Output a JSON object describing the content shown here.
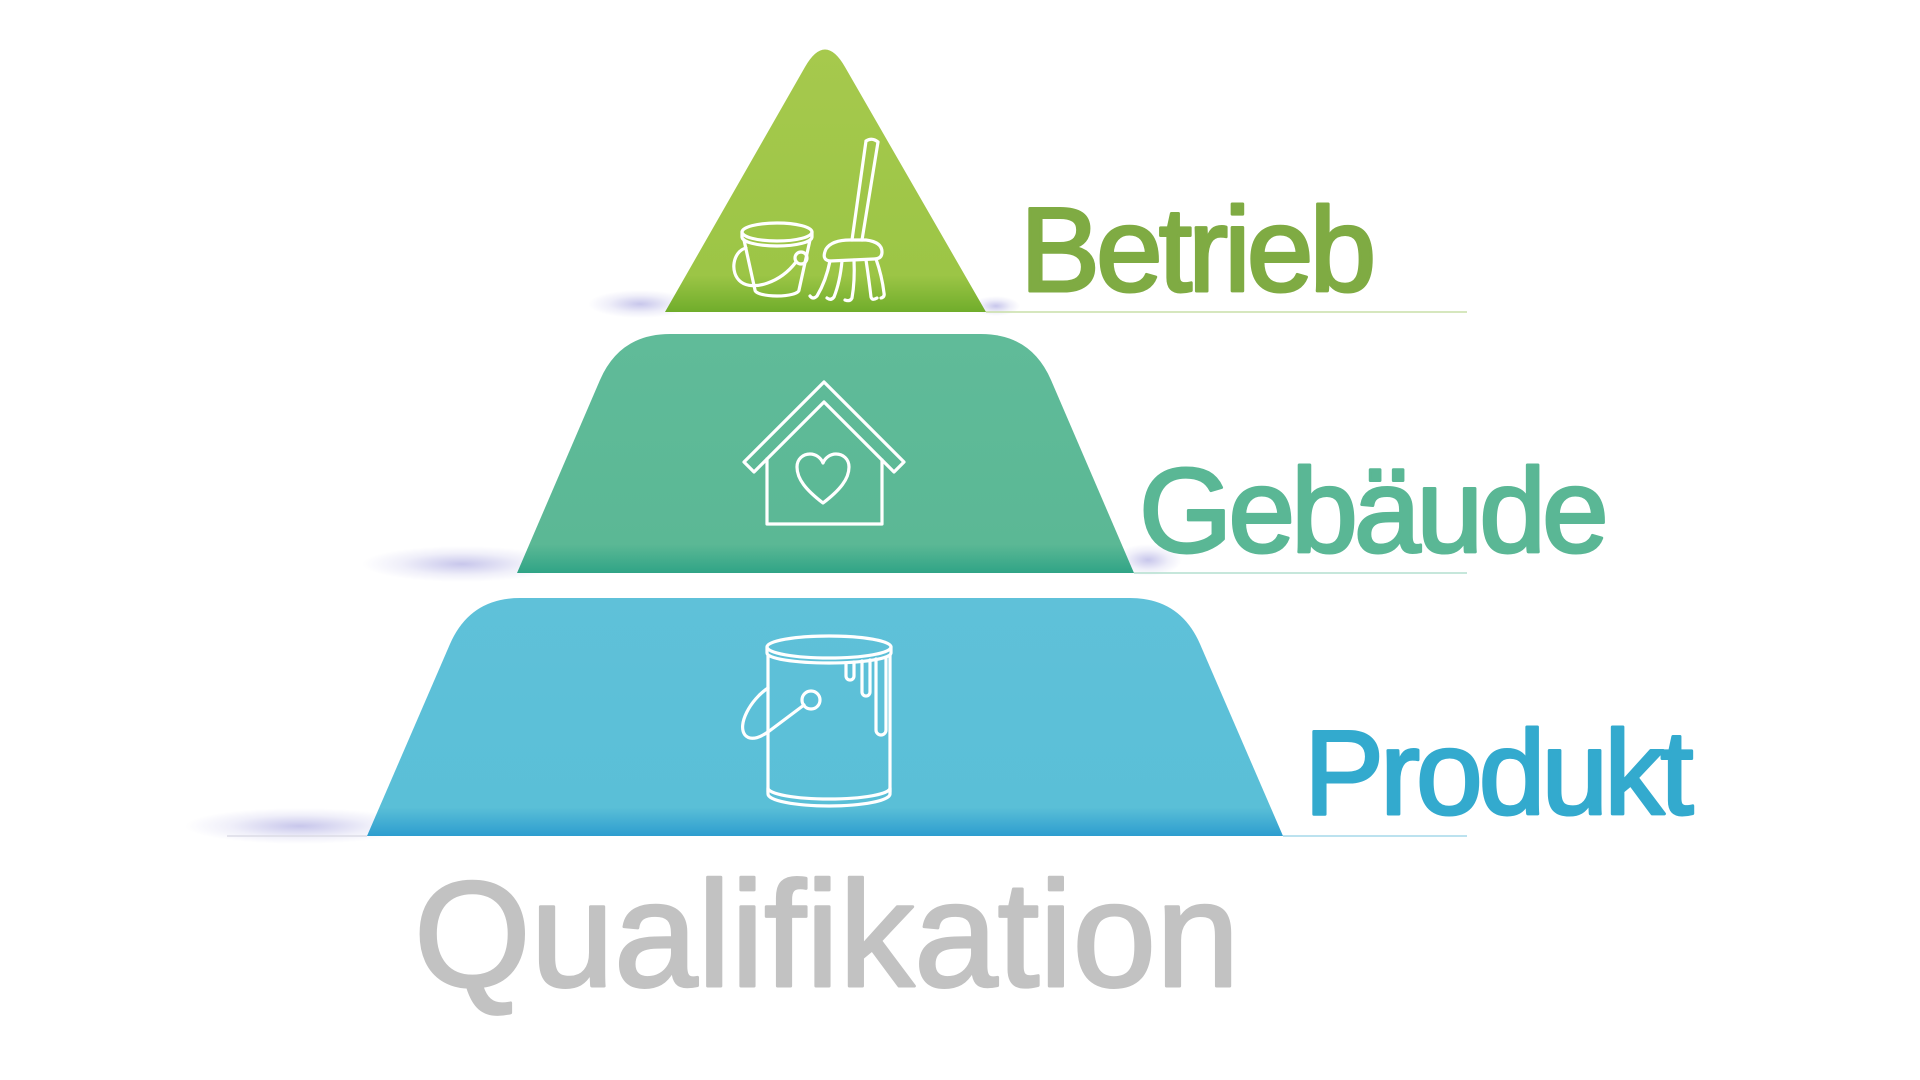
{
  "diagram": {
    "levels": [
      {
        "label": "Betrieb",
        "icon": "bucket-and-mop-icon",
        "color": "#7fab43",
        "fill_top": "#a6c94d",
        "fill_mid": "#9cc546",
        "fill_bottom": "#70ad2b"
      },
      {
        "label": "Gebäude",
        "icon": "house-with-heart-icon",
        "color": "#5ab795",
        "fill_top": "#60bb99",
        "fill_mid": "#5bb895",
        "fill_bottom": "#30a486"
      },
      {
        "label": "Produkt",
        "icon": "paint-can-icon",
        "color": "#33aace",
        "fill_top": "#5fc1d9",
        "fill_mid": "#5abfd7",
        "fill_bottom": "#2d9dcf"
      }
    ],
    "foundation": {
      "label": "Qualifikation",
      "color": "#c2c2c2"
    },
    "icon_color": "#ffffff"
  }
}
